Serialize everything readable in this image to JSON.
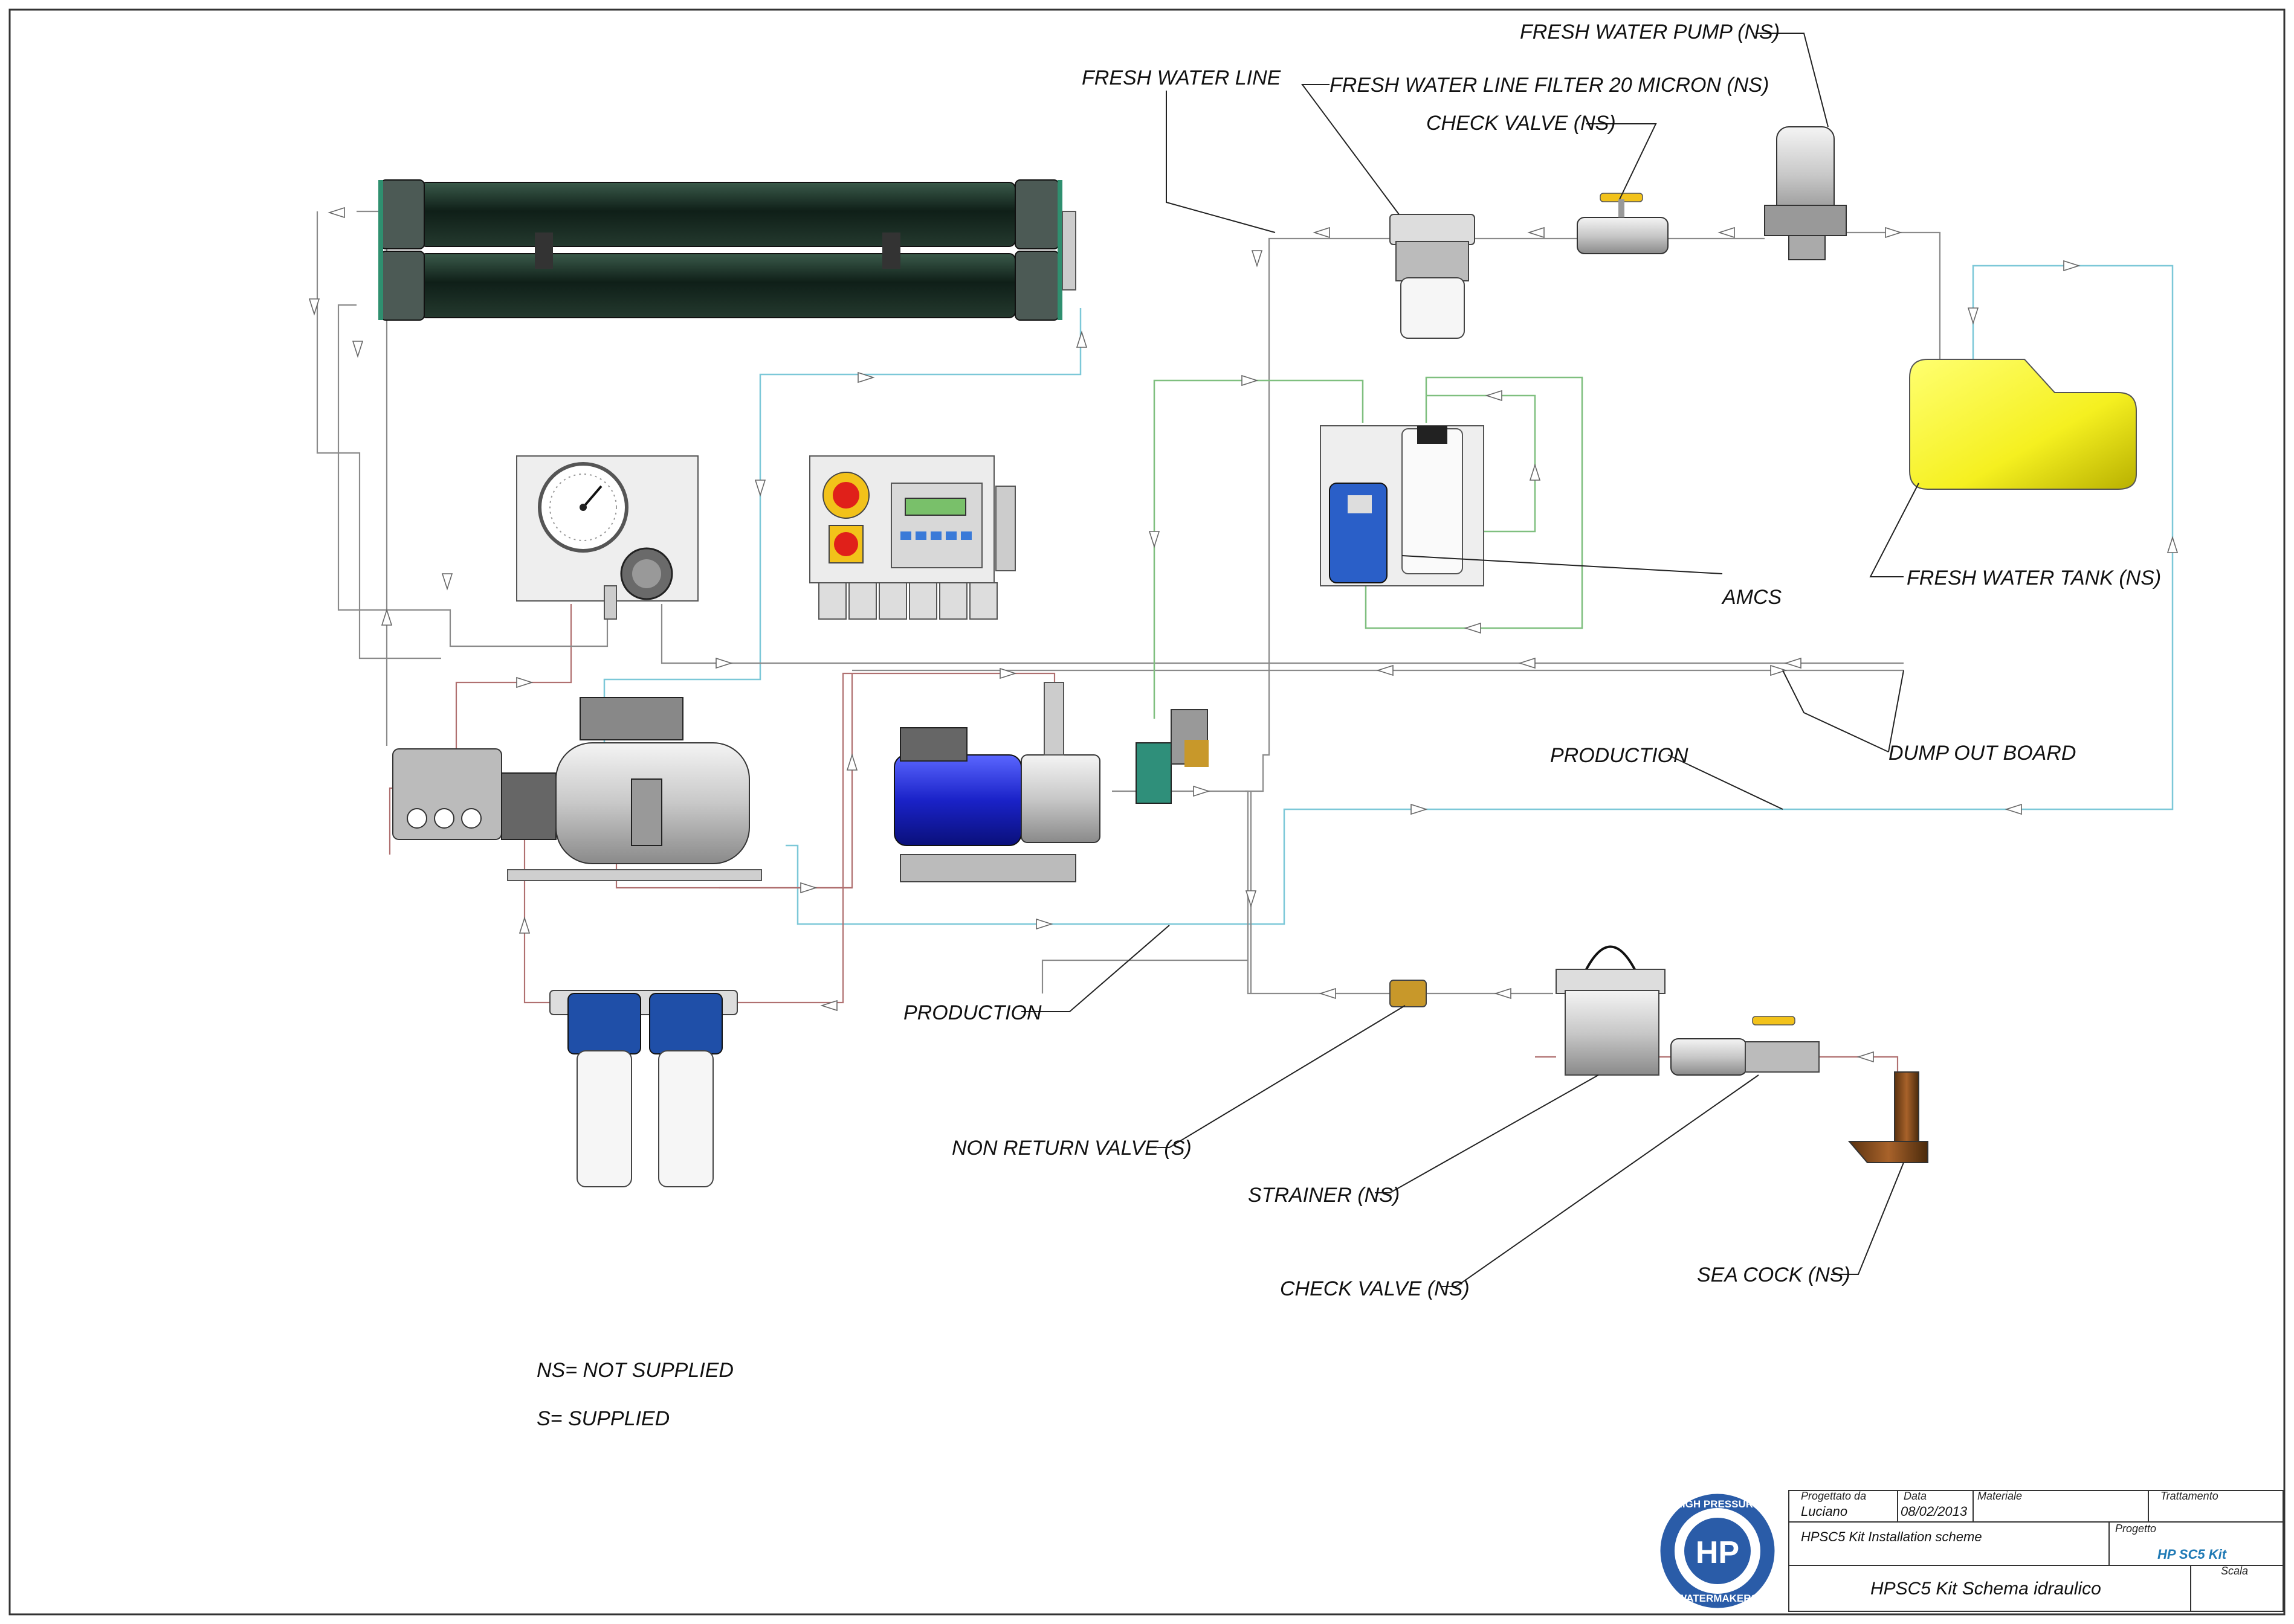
{
  "labels": {
    "fresh_water_pump": "FRESH WATER PUMP  (NS)",
    "fresh_water_line": "FRESH WATER LINE",
    "fresh_water_line_filter": "FRESH WATER LINE FILTER 20 MICRON    (NS)",
    "check_valve_top": "CHECK VALVE  (NS)",
    "amcs": "AMCS",
    "fresh_water_tank": "FRESH WATER TANK  (NS)",
    "production_right": "PRODUCTION",
    "dump_out_board": "DUMP OUT BOARD",
    "production_left": "PRODUCTION",
    "non_return_valve": "NON RETURN VALVE (S)",
    "strainer": "STRAINER (NS)",
    "check_valve_bottom": "CHECK VALVE (NS)",
    "sea_cock": "SEA COCK  (NS)"
  },
  "legend": {
    "ns": "NS= NOT SUPPLIED",
    "s": "S= SUPPLIED"
  },
  "title_block": {
    "designed_by_label": "Progettato da",
    "designed_by": "Luciano",
    "date_label": "Data",
    "date": "08/02/2013",
    "material_label": "Materiale",
    "treatment_label": "Trattamento",
    "description": "HPSC5 Kit Installation scheme",
    "project_label": "Progetto",
    "project": "HP SC5 Kit",
    "scale_label": "Scala",
    "title": "HPSC5 Kit Schema idraulico",
    "logo_text_top": "HIGH PRESSURE",
    "logo_text_bottom": "WATERMAKERS",
    "logo_letters": "HP"
  },
  "colors": {
    "pipe_production": "#7cc8d8",
    "pipe_seawater": "#b07070",
    "pipe_chemical": "#7fbf7f",
    "tank_yellow": "#f5f020",
    "pump_blue": "#1a22c8",
    "filter_blue": "#1f4fa8",
    "membrane_green": "#1f3a30",
    "project_blue": "#1f7ab5",
    "logo_blue": "#2a5ca8"
  }
}
